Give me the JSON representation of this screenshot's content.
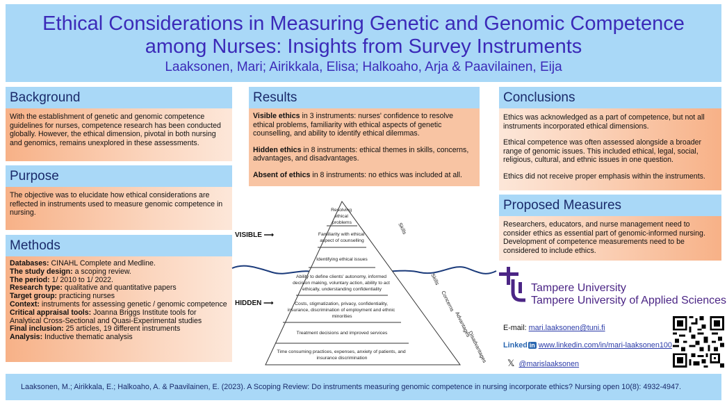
{
  "header": {
    "title_line1": "Ethical Considerations in Measuring Genetic and Genomic Competence",
    "title_line2": "among Nurses: Insights from Survey Instruments",
    "authors": "Laaksonen, Mari; Airikkala, Elisa; Halkoaho, Arja & Paavilainen, Eija"
  },
  "background": {
    "heading": "Background",
    "text": "With the establishment of genetic and genomic competence guidelines for nurses, competence research has been conducted globally. However, the ethical dimension, pivotal in both nursing and genomics, remains unexplored in these assessments."
  },
  "purpose": {
    "heading": "Purpose",
    "text": "The objective was to elucidate how ethical considerations are reflected in instruments used to measure genomic competence in nursing."
  },
  "methods": {
    "heading": "Methods",
    "items": [
      {
        "label": "Databases:",
        "value": " CINAHL Complete and Medline."
      },
      {
        "label": "The study design:",
        "value": " a scoping review."
      },
      {
        "label": "The period:",
        "value": " 1/ 2010 to 1/ 2022."
      },
      {
        "label": "Research type:",
        "value": " qualitative and quantitative papers"
      },
      {
        "label": "Target group:",
        "value": " practicing nurses"
      },
      {
        "label": "Context:",
        "value": " instruments for assessing genetic / genomic competence"
      },
      {
        "label": "Critical appraisal tools:",
        "value": " Joanna Briggs Institute tools for Analytical Cross-Sectional and Quasi-Experimental studies"
      },
      {
        "label": "Final inclusion:",
        "value": " 25 articles, 19 different instruments"
      },
      {
        "label": "Analysis:",
        "value": " Inductive thematic analysis"
      }
    ]
  },
  "results": {
    "heading": "Results",
    "visible_label": "Visible ethics",
    "visible_text": " in 3 instruments: nurses' confidence to resolve ethical problems, familiarity with ethical aspects of genetic counselling, and ability to identify ethical dilemmas.",
    "hidden_label": "Hidden ethics",
    "hidden_text": " in 8 instruments: ethical themes in skills, concerns, advantages, and disadvantages.",
    "absent_label": "Absent of ethics",
    "absent_text": " in 8 instruments: no ethics was included at all."
  },
  "pyramid": {
    "visible_label": "VISIBLE ⟶",
    "hidden_label": "HIDDEN ⟶",
    "levels": [
      [
        "Resolving",
        "ethical",
        "problems"
      ],
      [
        "Familiarity with ethical",
        "aspect of counselling"
      ],
      [
        "Identifying ethical issues"
      ],
      [
        "Ability to define clients' autonomy, informed",
        "decision making, voluntary action, ability to act",
        "ethically, understanding confidentiality"
      ],
      [
        "Costs, stigmatization, privacy, confidentiality,",
        "insurance, discrimination of employment and ethnic",
        "minorities"
      ],
      [
        "Treatment decisions and improved services"
      ],
      [
        "Time consuming practices, expenses, anxiety of patients, and",
        "insurance discrimination"
      ]
    ],
    "side_skills_top": "Skills",
    "side_skills": "Skills",
    "side_concerns": "Concerns",
    "side_advantages": "Advantages",
    "side_disadvantages": "Disadvantages"
  },
  "conclusions": {
    "heading": "Conclusions",
    "p1": "Ethics was acknowledged as a part of competence, but not all instruments incorporated ethical dimensions.",
    "p2": "Ethical competence was often assessed alongside a broader range of genomic issues. This included ethical, legal, social, religious, cultural, and ethnic issues in one question.",
    "p3": "Ethics did not receive proper emphasis within the instruments."
  },
  "measures": {
    "heading": "Proposed Measures",
    "text": "Researchers, educators, and nurse management need to consider ethics as essential part of genomic-informed nursing. Development of competence measurements need to be considered to include ethics."
  },
  "logo": {
    "line1": "Tampere University",
    "line2": "Tampere University of Applied Sciences"
  },
  "contact": {
    "email_label": "E-mail: ",
    "email": "mari.laaksonen@tuni.fi",
    "linkedin_word": "Linked",
    "linkedin_badge": "in",
    "linkedin_url": "www.linkedin.com/in/mari-laaksonen100",
    "x_glyph": "𝕏",
    "x_handle": "@marislaaksonen"
  },
  "footer": {
    "reference": "Laaksonen, M.; Airikkala, E.; Halkoaho, A. & Paavilainen, E. (2023). A Scoping Review: Do instruments measuring genomic competence in nursing incorporate ethics? Nursing open 10(8): 4932-4947."
  },
  "colors": {
    "header_blue": "#a9d8f7",
    "title_purple": "#3b2ab8",
    "peach": "#f7b187",
    "tampere_purple": "#4b2585"
  }
}
